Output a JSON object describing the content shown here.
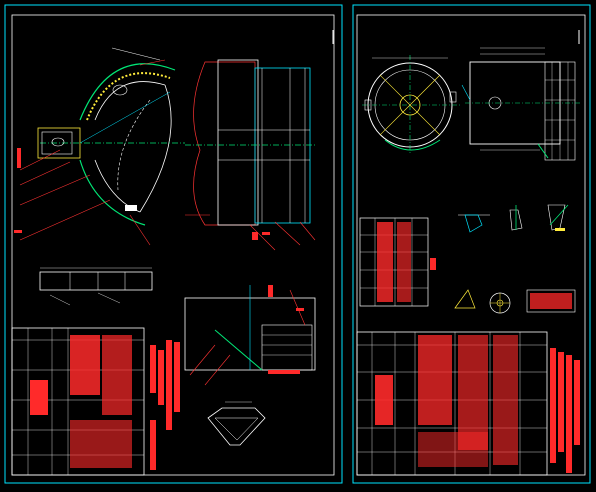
{
  "colors": {
    "background": "#000000",
    "sheet_border": "#00e5ff",
    "annotation": "#ff2a2a",
    "leader": "#ff3333",
    "geometry": "#00e676",
    "detail": "#ffffff",
    "dimension": "#4dd0e1",
    "highlight": "#ffeb3b"
  },
  "sheets": [
    {
      "id": "sheet-left",
      "content": [
        "plan-arc-view",
        "side-elevation-view",
        "long-rail-section",
        "platform-section",
        "hopper-detail",
        "title-block",
        "notes-column"
      ]
    },
    {
      "id": "sheet-right",
      "content": [
        "tank-plan-view",
        "tank-elevation-view",
        "detail-callouts",
        "parts-table",
        "bill-of-materials",
        "notes-column"
      ]
    }
  ],
  "icons": [
    "crosshair-center-mark",
    "dimension-arrow",
    "leader-line",
    "section-hatch"
  ]
}
